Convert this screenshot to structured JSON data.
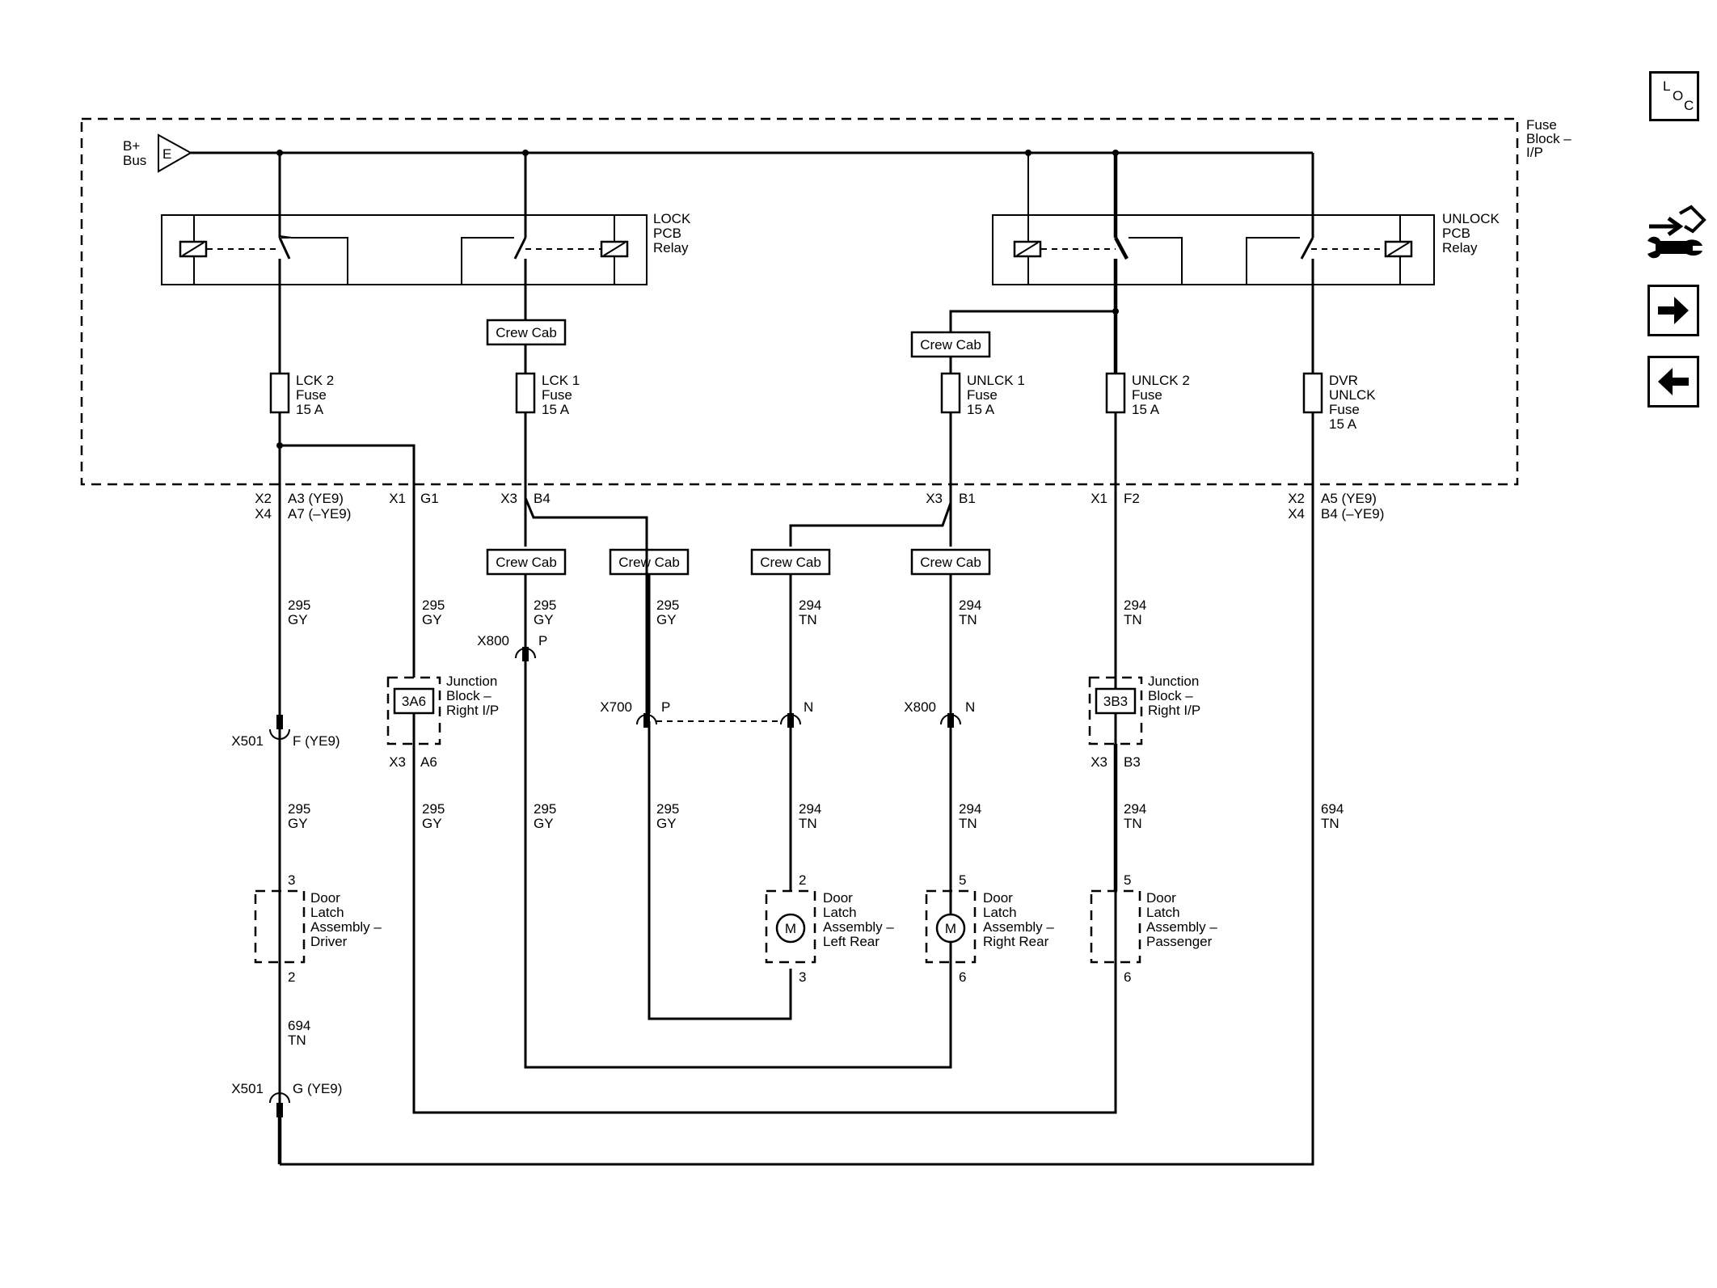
{
  "nav": {
    "loc_l": "L",
    "loc_o": "O",
    "loc_c": "C",
    "icons": [
      "wrench-tools-icon",
      "arrow-right-icon",
      "arrow-left-icon"
    ]
  },
  "fuse_block": [
    "Fuse",
    "Block –",
    "I/P"
  ],
  "bus": [
    "B+",
    "Bus"
  ],
  "bus_tag": "E",
  "lock_relay": [
    "LOCK",
    "PCB",
    "Relay"
  ],
  "unlock_relay": [
    "UNLOCK",
    "PCB",
    "Relay"
  ],
  "crew_cab": "Crew Cab",
  "fuses": {
    "lck2": [
      "LCK 2",
      "Fuse",
      "15 A"
    ],
    "lck1": [
      "LCK 1",
      "Fuse",
      "15 A"
    ],
    "unlck1": [
      "UNLCK 1",
      "Fuse",
      "15 A"
    ],
    "unlck2": [
      "UNLCK 2",
      "Fuse",
      "15 A"
    ],
    "dvr": [
      "DVR",
      "UNLCK",
      "Fuse",
      "15 A"
    ]
  },
  "connectors": {
    "c1_left": [
      "X2",
      "X4"
    ],
    "c1_right": [
      "A3 (YE9)",
      "A7 (–YE9)"
    ],
    "c2": [
      "X1",
      "G1"
    ],
    "c3": [
      "X3",
      "B4"
    ],
    "c4": [
      "X3",
      "B1"
    ],
    "c5": [
      "X1",
      "F2"
    ],
    "c6_left": [
      "X2",
      "X4"
    ],
    "c6_right": [
      "A5 (YE9)",
      "B4 (–YE9)"
    ]
  },
  "wires": {
    "w295gy": [
      "295",
      "GY"
    ],
    "w294tn": [
      "294",
      "TN"
    ],
    "w694tn": [
      "694",
      "TN"
    ]
  },
  "splices": {
    "x800_p": [
      "X800",
      "P"
    ],
    "x700_p": [
      "X700",
      "P"
    ],
    "x700_n": "N",
    "x800_n": [
      "X800",
      "N"
    ],
    "x501_f": [
      "X501",
      "F (YE9)"
    ],
    "x501_g": [
      "X501",
      "G (YE9)"
    ]
  },
  "junction_left": {
    "id": "3A6",
    "label": [
      "Junction",
      "Block –",
      "Right I/P"
    ],
    "pins": [
      "X3",
      "A6"
    ]
  },
  "junction_right": {
    "id": "3B3",
    "label": [
      "Junction",
      "Block –",
      "Right I/P"
    ],
    "pins": [
      "X3",
      "B3"
    ]
  },
  "components": {
    "driver": {
      "label": [
        "Door",
        "Latch",
        "Assembly –",
        "Driver"
      ],
      "pin_top": "3",
      "pin_bottom": "2"
    },
    "left_rear": {
      "label": [
        "Door",
        "Latch",
        "Assembly –",
        "Left Rear"
      ],
      "pin_top": "2",
      "pin_bottom": "3",
      "motor": "M"
    },
    "right_rear": {
      "label": [
        "Door",
        "Latch",
        "Assembly –",
        "Right Rear"
      ],
      "pin_top": "5",
      "pin_bottom": "6",
      "motor": "M"
    },
    "passenger": {
      "label": [
        "Door",
        "Latch",
        "Assembly –",
        "Passenger"
      ],
      "pin_top": "5",
      "pin_bottom": "6"
    }
  }
}
